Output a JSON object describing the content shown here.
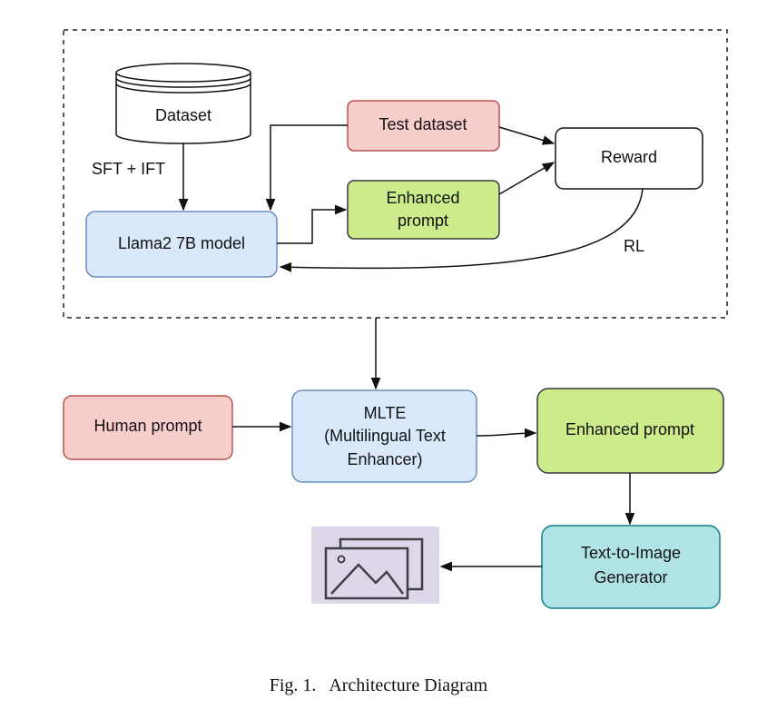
{
  "nodes": {
    "dataset": "Dataset",
    "test_dataset": "Test dataset",
    "reward": "Reward",
    "enhanced_prompt_top": [
      "Enhanced",
      "prompt"
    ],
    "llama": "Llama2 7B model",
    "mlte": [
      "MLTE",
      "(Multilingual Text",
      "Enhancer)"
    ],
    "human_prompt": "Human prompt",
    "enhanced_prompt_bottom": "Enhanced prompt",
    "t2i": [
      "Text-to-Image",
      "Generator"
    ]
  },
  "edge_labels": {
    "sft_ift": "SFT + IFT",
    "rl": "RL"
  },
  "caption": {
    "fig": "Fig. 1.",
    "title": "Architecture Diagram"
  },
  "icons": {
    "output_image": "image-gallery-icon"
  },
  "colors": {
    "test_dataset_fill": "#f8cecc",
    "human_prompt_fill": "#f8cecc",
    "enhanced_fill": "#cdeb8b",
    "llama_fill": "#dae8fc",
    "mlte_fill": "#dae8fc",
    "t2i_fill": "#b0e3e6",
    "image_bg": "#ded6e9"
  }
}
